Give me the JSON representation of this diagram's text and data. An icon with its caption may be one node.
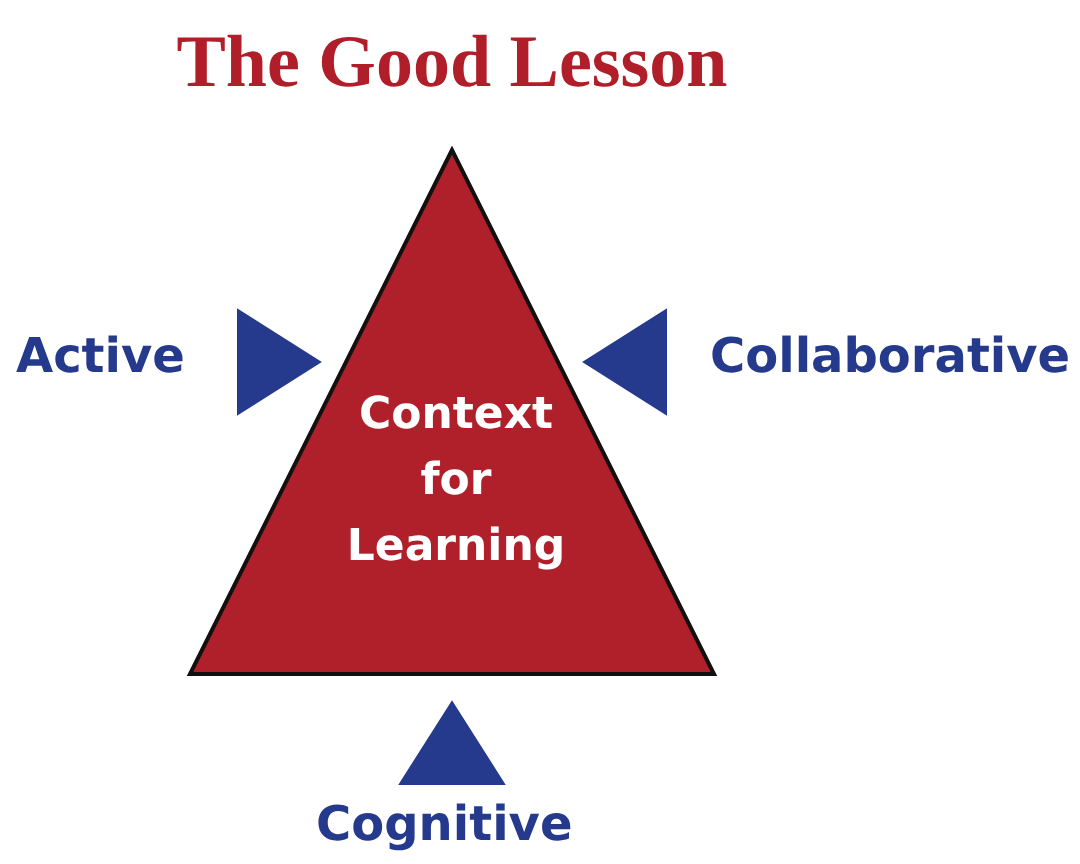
{
  "diagram": {
    "title": "The Good Lesson",
    "nodes": [
      {
        "text": [
          "Context for Learning"
        ]
      },
      {
        "text": [
          "Active"
        ]
      },
      {
        "text": [
          "Collaborative"
        ]
      },
      {
        "text": [
          "Cognitive"
        ]
      }
    ],
    "edges": [
      {
        "from": 1,
        "to": 0,
        "arrow": "to"
      },
      {
        "from": 2,
        "to": 0,
        "arrow": "to"
      },
      {
        "from": 3,
        "to": 0,
        "arrow": "to"
      }
    ]
  }
}
